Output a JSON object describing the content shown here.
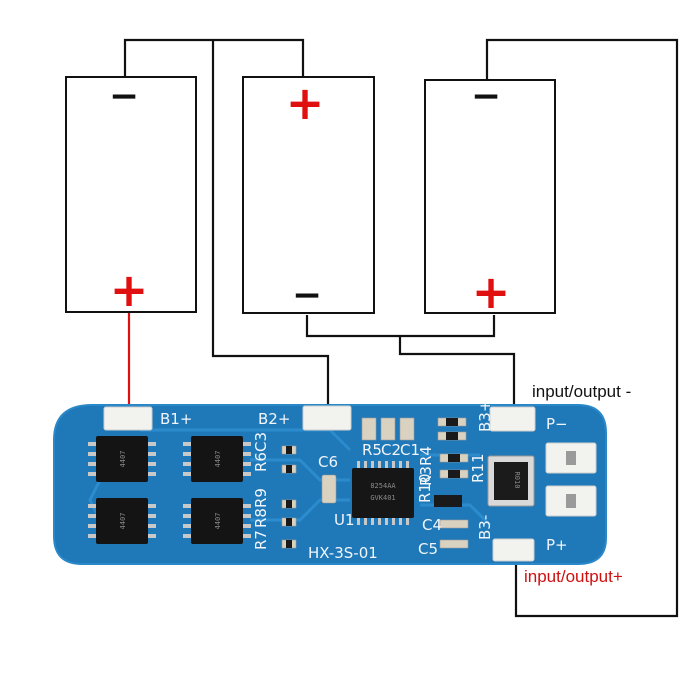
{
  "batteries": [
    {
      "top_terminal": "−",
      "bottom_terminal": "+"
    },
    {
      "top_terminal": "+",
      "bottom_terminal": "−"
    },
    {
      "top_terminal": "−",
      "bottom_terminal": "+"
    }
  ],
  "board": {
    "silkscreen": {
      "b1_plus": "B1+",
      "b2_plus": "B2+",
      "b3_plus": "B3+",
      "b3_minus": "B3-",
      "p_minus": "P−",
      "p_plus": "P+",
      "model": "HX-3S-01",
      "c6": "C6",
      "u1": "U1",
      "r5": "R5",
      "c2": "C2",
      "c1": "C1",
      "r4": "R4",
      "r3": "R3",
      "r10": "R10",
      "c4": "C4",
      "c5": "C5",
      "r11": "R11",
      "r6": "R6",
      "c3": "C3",
      "r9": "R9",
      "r8": "R8",
      "r7": "R7",
      "shunt": "R010"
    },
    "chip_marking": {
      "line1": "8254AA",
      "line2": "GVK401"
    },
    "mosfet_marking": "4407"
  },
  "labels": {
    "output_minus": "input/output -",
    "output_plus": "input/output+"
  },
  "colors": {
    "board": "#1f78b8",
    "wire": "#111111",
    "wire_b1": "#e01010",
    "plus": "#e01010",
    "minus": "#111111",
    "output_plus": "#d01010",
    "output_minus": "#111111"
  }
}
